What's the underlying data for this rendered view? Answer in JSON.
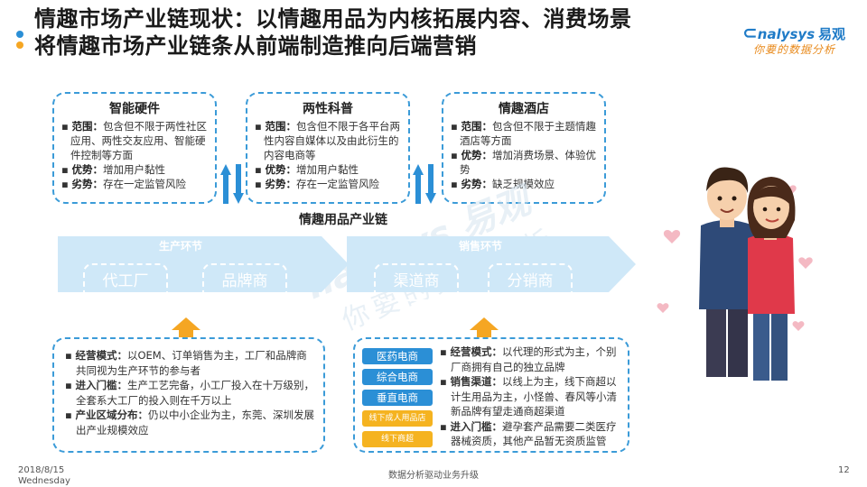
{
  "header": {
    "title_line1": "情趣市场产业链现状：以情趣用品为内核拓展内容、消费场景",
    "title_line2": "将情趣市场产业链条从前端制造推向后端营销"
  },
  "logo": {
    "brand": "nalysys",
    "cn": "易观",
    "slogan": "你要的数据分析"
  },
  "cards": [
    {
      "title": "智能硬件",
      "range_label": "范围：",
      "range": "包含但不限于两性社区应用、两性交友应用、智能硬件控制等方面",
      "adv_label": "优势：",
      "adv": "增加用户黏性",
      "dis_label": "劣势：",
      "dis": "存在一定监管风险"
    },
    {
      "title": "两性科普",
      "range_label": "范围：",
      "range": "包含但不限于各平台两性内容自媒体以及由此衍生的内容电商等",
      "adv_label": "优势：",
      "adv": "增加用户黏性",
      "dis_label": "劣势：",
      "dis": "存在一定监管风险"
    },
    {
      "title": "情趣酒店",
      "range_label": "范围：",
      "range": "包含但不限于主题情趣酒店等方面",
      "adv_label": "优势：",
      "adv": "增加消费场景、体验优势",
      "dis_label": "劣势：",
      "dis": "缺乏规模效应"
    }
  ],
  "chain": {
    "label": "情趣用品产业链",
    "production": {
      "label": "生产环节",
      "nodes": [
        "代工厂",
        "品牌商"
      ]
    },
    "sales": {
      "label": "销售环节",
      "nodes": [
        "渠道商",
        "分销商"
      ]
    }
  },
  "production_box": {
    "mode_label": "经营模式：",
    "mode": "以OEM、订单销售为主，工厂和品牌商共同视为生产环节的参与者",
    "entry_label": "进入门槛：",
    "entry": "生产工艺完备，小工厂投入在十万级别，全套系大工厂的投入则在千万以上",
    "region_label": "产业区域分布：",
    "region": "仍以中小企业为主，东莞、深圳发展出产业规模效应"
  },
  "sales_box": {
    "tags": [
      "医药电商",
      "综合电商",
      "垂直电商",
      "线下成人用品店",
      "线下商超"
    ],
    "tag_colors": [
      "#2b8fd6",
      "#2b8fd6",
      "#2b8fd6",
      "#f5b320",
      "#f5b320"
    ],
    "mode_label": "经营模式：",
    "mode": "以代理的形式为主，个别厂商拥有自己的独立品牌",
    "channel_label": "销售渠道：",
    "channel": "以线上为主，线下商超以计生用品为主，小怪兽、春风等小清新品牌有望走通商超渠道",
    "entry_label": "进入门槛：",
    "entry": "避孕套产品需要二类医疗器械资质，其他产品暂无资质监管"
  },
  "footer": {
    "date": "2018/8/15",
    "weekday": "Wednesday",
    "center": "数据分析驱动业务升级",
    "page": "12"
  },
  "colors": {
    "accent": "#2b8fd6",
    "band": "#cfe8f8",
    "orange": "#f5a623",
    "dot_blue": "#2b8fd6",
    "dot_orange": "#f5a623"
  }
}
